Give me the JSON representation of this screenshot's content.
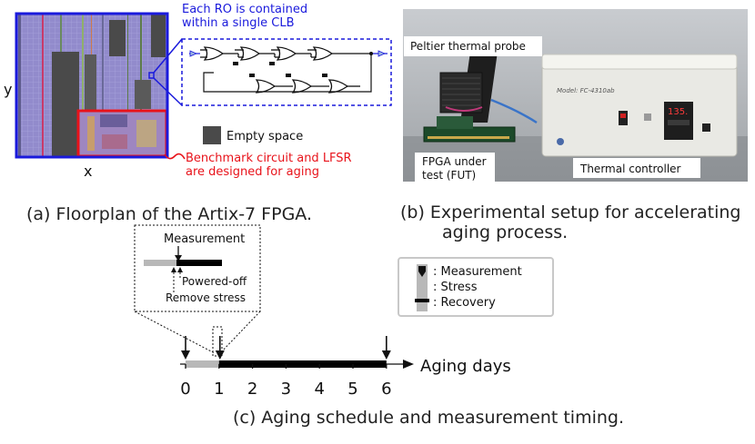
{
  "colors": {
    "floorplan_border": "#1a1adc",
    "fpga_bg": "#8f88c8",
    "empty_space": "#4a4a4a",
    "benchmark_region": "#e8121a",
    "schedule_stress": "#b8b8b8",
    "schedule_recovery": "#000000"
  },
  "panel_a": {
    "axis_y": "y",
    "axis_x": "x",
    "ro_note_line1": "Each RO is contained",
    "ro_note_line2": "within a single CLB",
    "legend_empty": "Empty space",
    "benchmark_line1": "Benchmark circuit and LFSR",
    "benchmark_line2": "are designed for aging",
    "caption": "(a) Floorplan of the Artix-7 FPGA."
  },
  "panel_b": {
    "peltier": "Peltier thermal probe",
    "fut_line1": "FPGA under",
    "fut_line2": "test (FUT)",
    "thermal": "Thermal controller",
    "device_model": "Model: FC-4310ab",
    "device_display": "135.",
    "caption_line1": "(b) Experimental setup for accelerating",
    "caption_line2": "aging process."
  },
  "panel_c": {
    "zoom_measurement": "Measurement",
    "zoom_powered_off": "Powered-off",
    "zoom_remove_stress": "Remove stress",
    "legend_measurement": ": Measurement",
    "legend_stress": ": Stress",
    "legend_recovery": ": Recovery",
    "axis_title": "Aging days",
    "ticks": [
      "0",
      "1",
      "2",
      "3",
      "4",
      "5",
      "6"
    ],
    "measurement_days": [
      0,
      1,
      6
    ],
    "stress_days": [
      0,
      1
    ],
    "recovery_days": [
      1,
      6
    ],
    "caption": "(c) Aging schedule and measurement timing."
  }
}
